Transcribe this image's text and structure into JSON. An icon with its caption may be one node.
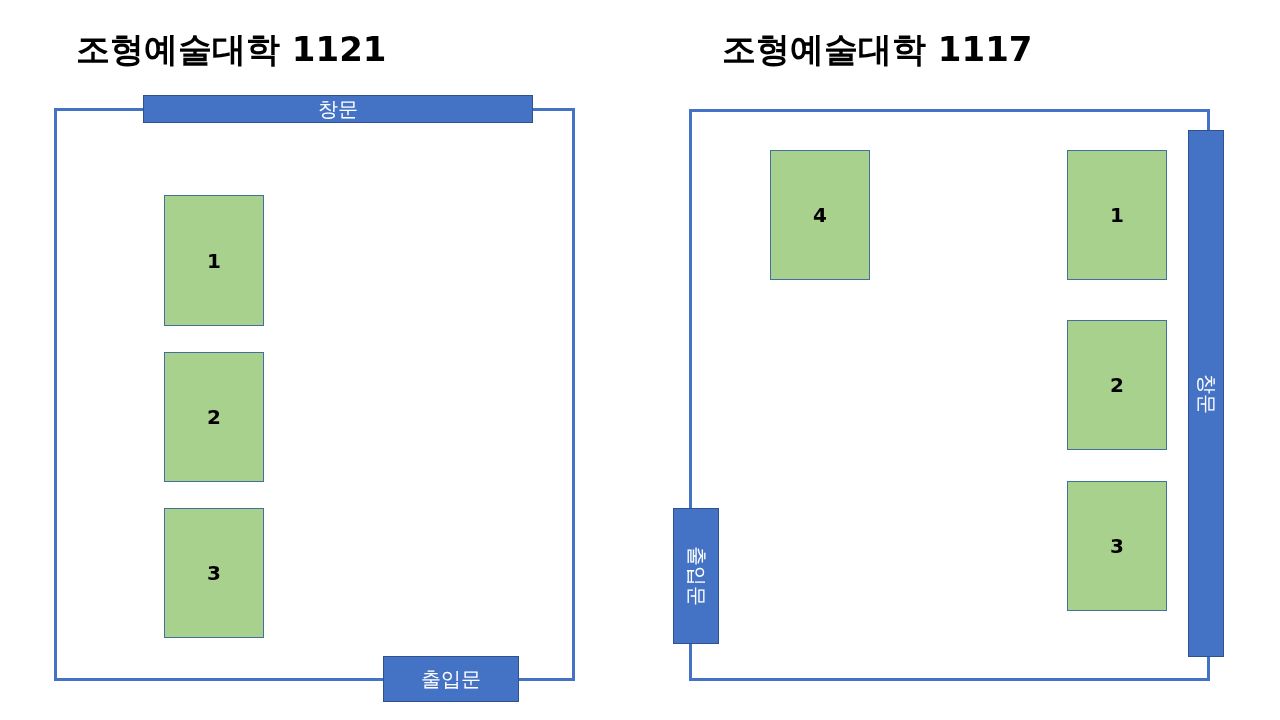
{
  "diagram": {
    "nodes": [
      {
        "text": [
          "조형예술대학 1121"
        ]
      },
      {
        "text": [
          "창문"
        ]
      },
      {
        "text": [
          "1"
        ],
        "in": 0
      },
      {
        "text": [
          "2"
        ],
        "in": 0
      },
      {
        "text": [
          "3"
        ],
        "in": 0
      },
      {
        "text": [
          "출입문"
        ]
      },
      {
        "text": [
          "조형예술대학 1117"
        ]
      },
      {
        "text": [
          "4"
        ],
        "in": 6
      },
      {
        "text": [
          "1"
        ],
        "in": 6
      },
      {
        "text": [
          "창문"
        ]
      },
      {
        "text": [
          "2"
        ],
        "in": 6
      },
      {
        "text": [
          "3"
        ],
        "in": 6
      },
      {
        "text": [
          "출입문"
        ]
      }
    ],
    "edges": []
  }
}
